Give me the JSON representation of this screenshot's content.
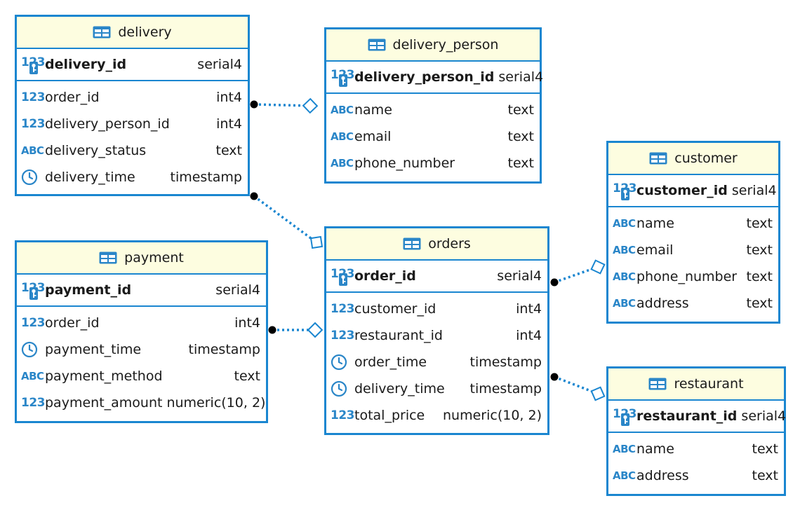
{
  "entities": {
    "delivery": {
      "name": "delivery",
      "pk": {
        "name": "delivery_id",
        "type": "serial4"
      },
      "columns": [
        {
          "icon": "number-icon",
          "name": "order_id",
          "type": "int4"
        },
        {
          "icon": "number-icon",
          "name": "delivery_person_id",
          "type": "int4"
        },
        {
          "icon": "text-icon",
          "name": "delivery_status",
          "type": "text"
        },
        {
          "icon": "clock-icon",
          "name": "delivery_time",
          "type": "timestamp"
        }
      ]
    },
    "delivery_person": {
      "name": "delivery_person",
      "pk": {
        "name": "delivery_person_id",
        "type": "serial4"
      },
      "columns": [
        {
          "icon": "text-icon",
          "name": "name",
          "type": "text"
        },
        {
          "icon": "text-icon",
          "name": "email",
          "type": "text"
        },
        {
          "icon": "text-icon",
          "name": "phone_number",
          "type": "text"
        }
      ]
    },
    "customer": {
      "name": "customer",
      "pk": {
        "name": "customer_id",
        "type": "serial4"
      },
      "columns": [
        {
          "icon": "text-icon",
          "name": "name",
          "type": "text"
        },
        {
          "icon": "text-icon",
          "name": "email",
          "type": "text"
        },
        {
          "icon": "text-icon",
          "name": "phone_number",
          "type": "text"
        },
        {
          "icon": "text-icon",
          "name": "address",
          "type": "text"
        }
      ]
    },
    "payment": {
      "name": "payment",
      "pk": {
        "name": "payment_id",
        "type": "serial4"
      },
      "columns": [
        {
          "icon": "number-icon",
          "name": "order_id",
          "type": "int4"
        },
        {
          "icon": "clock-icon",
          "name": "payment_time",
          "type": "timestamp"
        },
        {
          "icon": "text-icon",
          "name": "payment_method",
          "type": "text"
        },
        {
          "icon": "number-icon",
          "name": "payment_amount",
          "type": "numeric(10, 2)"
        }
      ]
    },
    "orders": {
      "name": "orders",
      "pk": {
        "name": "order_id",
        "type": "serial4"
      },
      "columns": [
        {
          "icon": "number-icon",
          "name": "customer_id",
          "type": "int4"
        },
        {
          "icon": "number-icon",
          "name": "restaurant_id",
          "type": "int4"
        },
        {
          "icon": "clock-icon",
          "name": "order_time",
          "type": "timestamp"
        },
        {
          "icon": "clock-icon",
          "name": "delivery_time",
          "type": "timestamp"
        },
        {
          "icon": "number-icon",
          "name": "total_price",
          "type": "numeric(10, 2)"
        }
      ]
    },
    "restaurant": {
      "name": "restaurant",
      "pk": {
        "name": "restaurant_id",
        "type": "serial4"
      },
      "columns": [
        {
          "icon": "text-icon",
          "name": "name",
          "type": "text"
        },
        {
          "icon": "text-icon",
          "name": "address",
          "type": "text"
        }
      ]
    }
  },
  "icon_labels": {
    "number": "123",
    "text": "ABC"
  },
  "colors": {
    "accent": "#1a86d0",
    "header_bg": "#fdfde0",
    "icon": "#2a86c8"
  }
}
